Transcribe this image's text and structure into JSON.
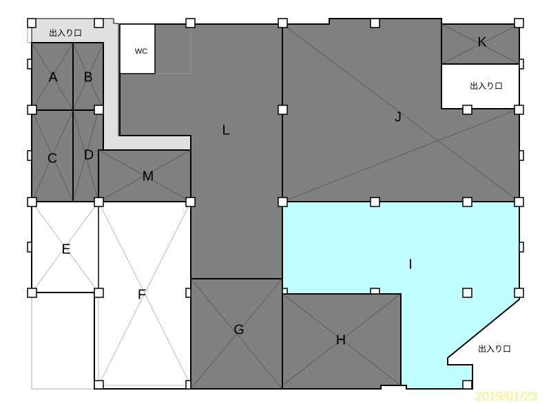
{
  "rooms": {
    "A": "A",
    "B": "B",
    "C": "C",
    "D": "D",
    "E": "E",
    "F": "F",
    "G": "G",
    "H": "H",
    "I": "I",
    "J": "J",
    "K": "K",
    "L": "L",
    "M": "M"
  },
  "labels": {
    "entrance_top_left": "出入り口",
    "entrance_top_right": "出入り口",
    "entrance_bottom_right": "出入り口",
    "wc": "WC"
  },
  "date": "2019/01/23",
  "colors": {
    "occupied": "#808080",
    "vacant": "#ffffff",
    "highlight": "#c0ffff",
    "corridor": "#e0e0e0",
    "date": "#f5f56a"
  }
}
